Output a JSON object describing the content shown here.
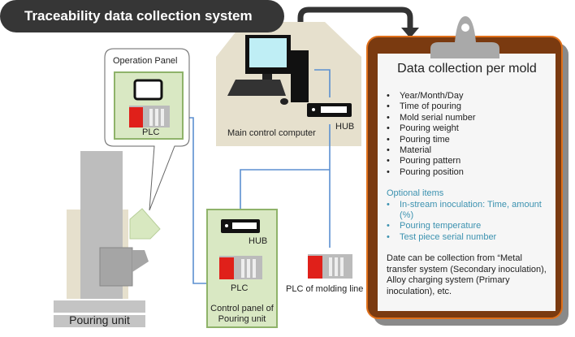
{
  "title": "Traceability data collection system",
  "main_computer": {
    "label": "Main control computer",
    "hub_label": "HUB"
  },
  "operation_panel": {
    "label": "Operation Panel",
    "plc_label": "PLC"
  },
  "control_panel": {
    "hub_label": "HUB",
    "plc_label": "PLC",
    "label_line1": "Control panel of",
    "label_line2": "Pouring unit"
  },
  "molding_line": {
    "plc_label": "PLC of molding line"
  },
  "pouring_unit": {
    "label": "Pouring unit"
  },
  "clipboard": {
    "title": "Data collection per mold",
    "items": [
      "Year/Month/Day",
      "Time of pouring",
      "Mold serial number",
      "Pouring weight",
      "Pouring time",
      "Material",
      "Pouring pattern",
      "Pouring position"
    ],
    "optional_heading": "Optional items",
    "optional_items": [
      "In-stream inoculation: Time, amount (%)",
      "Pouring temperature",
      "Test piece serial number"
    ],
    "note": "Date can be collection from “Metal transfer system (Secondary inoculation), Alloy charging system (Primary inoculation), etc."
  },
  "colors": {
    "title_bg": "#363636",
    "network_line": "#5b8fd0",
    "panel_green": "#d9e8c3",
    "clipboard_brown": "#7a3a10",
    "optional_text": "#3c92b0"
  }
}
